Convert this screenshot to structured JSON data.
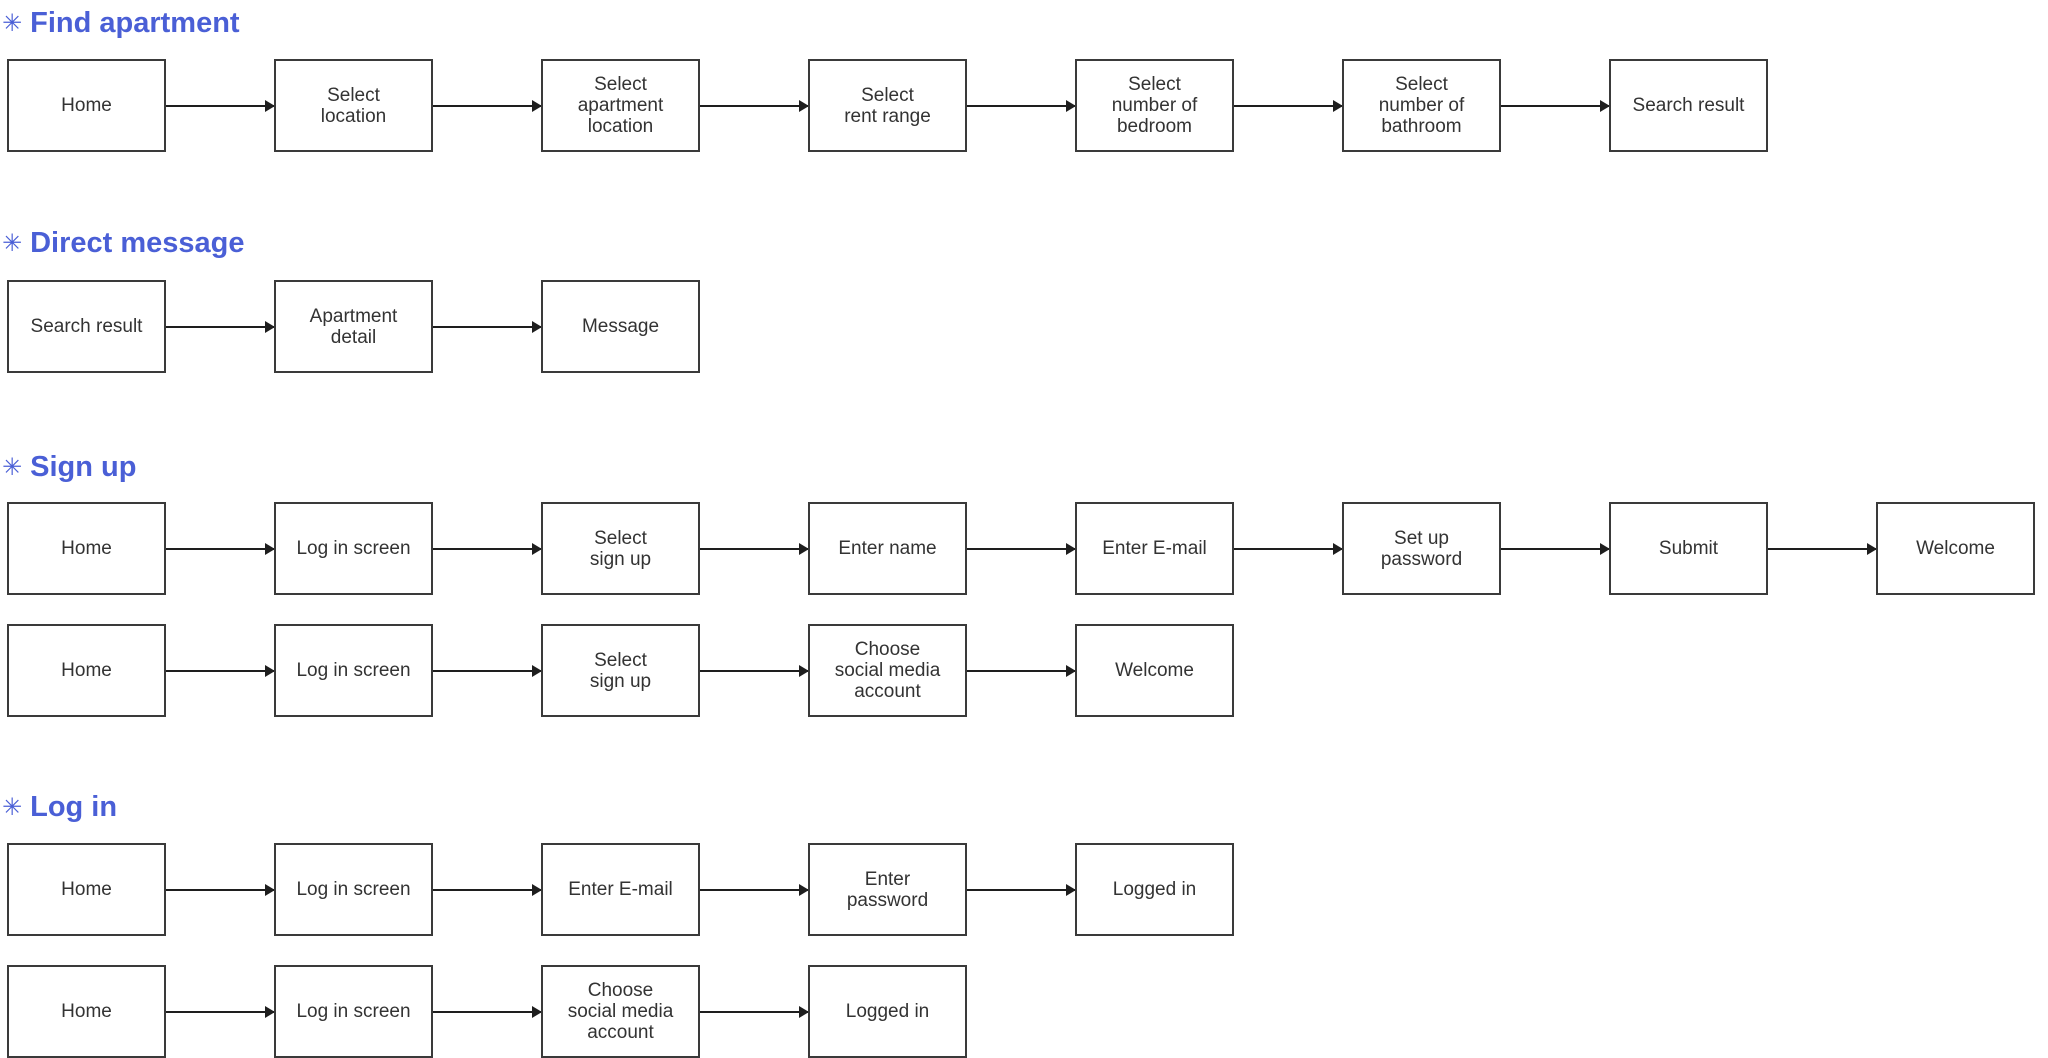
{
  "colors": {
    "heading": "#4a5fd6",
    "box_border": "#3a3a3a",
    "arrow": "#1e1e1e",
    "text": "#333333"
  },
  "sections": [
    {
      "title": "Find apartment",
      "icon": "asterisk-icon",
      "flows": [
        [
          "Home",
          "Select\nlocation",
          "Select\napartment\nlocation",
          "Select\nrent range",
          "Select\nnumber of\nbedroom",
          "Select\nnumber of\nbathroom",
          "Search result"
        ]
      ]
    },
    {
      "title": "Direct message",
      "icon": "asterisk-icon",
      "flows": [
        [
          "Search result",
          "Apartment\ndetail",
          "Message"
        ]
      ]
    },
    {
      "title": "Sign up",
      "icon": "asterisk-icon",
      "flows": [
        [
          "Home",
          "Log in screen",
          "Select\nsign up",
          "Enter name",
          "Enter E-mail",
          "Set up\npassword",
          "Submit",
          "Welcome"
        ],
        [
          "Home",
          "Log in screen",
          "Select\nsign up",
          "Choose\nsocial media\naccount",
          "Welcome"
        ]
      ]
    },
    {
      "title": "Log in",
      "icon": "asterisk-icon",
      "flows": [
        [
          "Home",
          "Log in screen",
          "Enter E-mail",
          "Enter\npassword",
          "Logged in"
        ],
        [
          "Home",
          "Log in screen",
          "Choose\nsocial media\naccount",
          "Logged in"
        ]
      ]
    }
  ]
}
